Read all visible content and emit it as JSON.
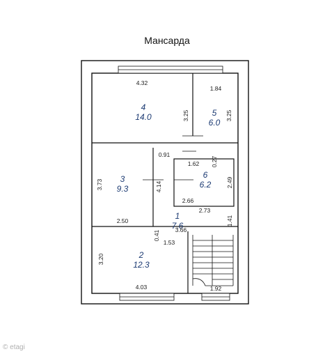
{
  "title": "Мансарда",
  "watermark": "© etagi",
  "rooms": [
    {
      "num": "4",
      "area": "14.0"
    },
    {
      "num": "5",
      "area": "6.0"
    },
    {
      "num": "3",
      "area": "9.3"
    },
    {
      "num": "6",
      "area": "6.2"
    },
    {
      "num": "1",
      "area": "7.6"
    },
    {
      "num": "2",
      "area": "12.3"
    }
  ],
  "dims": {
    "d432": "4.32",
    "d184": "1.84",
    "d325a": "3.25",
    "d325b": "3.25",
    "d091": "0.91",
    "d162": "1.62",
    "d027": "0.27",
    "d373": "3.73",
    "d414": "4.14",
    "d249": "2.49",
    "d266": "2.66",
    "d273": "2.73",
    "d250": "2.50",
    "d141": "1.41",
    "d041": "0.41",
    "d366": "3.66",
    "d153": "1.53",
    "d320": "3.20",
    "d403": "4.03",
    "d192": "1.92"
  }
}
